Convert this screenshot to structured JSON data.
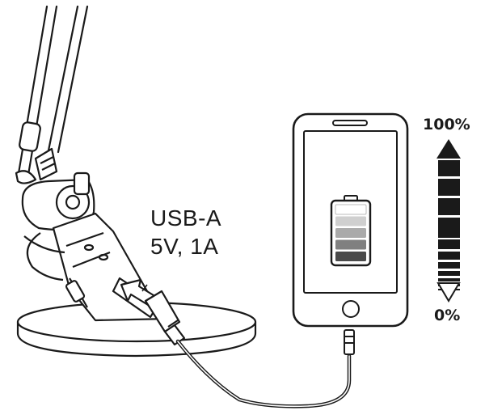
{
  "labels": {
    "usb_type": "USB-A",
    "usb_spec": "5V, 1A",
    "charge_max": "100%",
    "charge_min": "0%"
  },
  "phone_battery": {
    "level": 0.8,
    "segments": 5,
    "filled_colors": [
      "#cfcfcf",
      "#aaaaaa",
      "#808080",
      "#4a4a4a"
    ],
    "empty_color": "#ffffff"
  },
  "charge_scale": {
    "direction": "bottom-to-top",
    "fill_color": "#1a1a1a"
  },
  "colors": {
    "line": "#1a1a1a",
    "background": "#ffffff"
  }
}
